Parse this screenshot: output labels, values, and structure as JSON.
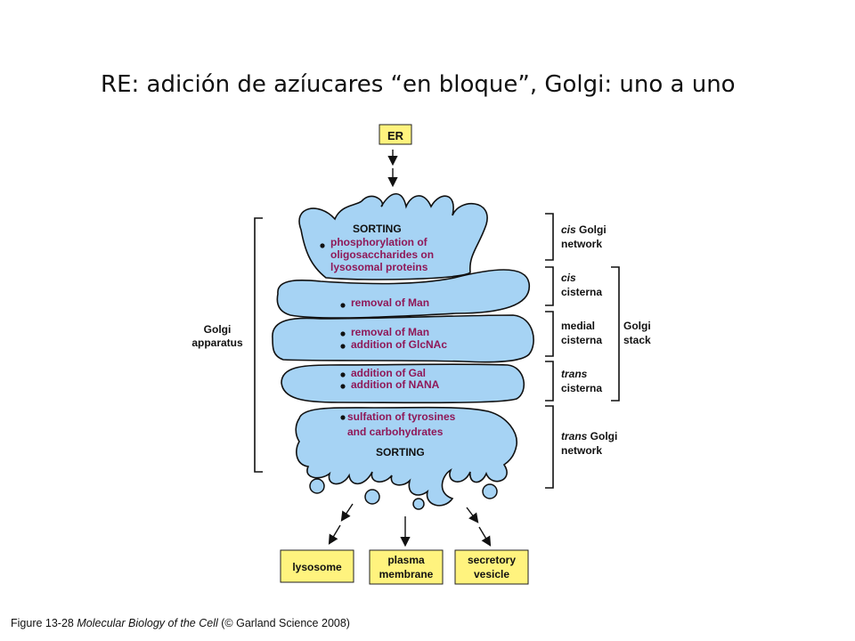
{
  "title": "RE: adición de azíucares “en bloque”, Golgi: uno a uno",
  "colors": {
    "compartment": "#a6d3f4",
    "outline": "#111111",
    "label_box": "#fff37e",
    "process_text": "#8f1858",
    "bullet": "#111111"
  },
  "er_label": "ER",
  "compartments": [
    {
      "heading": "SORTING",
      "items": [
        "phosphorylation of",
        "oligosaccharides on",
        "lysosomal proteins"
      ]
    },
    {
      "items": [
        "removal of Man"
      ]
    },
    {
      "items": [
        "removal of Man",
        "addition of GlcNAc"
      ]
    },
    {
      "items": [
        "addition of Gal",
        "addition of NANA"
      ]
    },
    {
      "items": [
        "sulfation of tyrosines",
        "and carbohydrates"
      ],
      "heading": "SORTING"
    }
  ],
  "left_label": [
    "Golgi",
    "apparatus"
  ],
  "right_labels": {
    "cis_network": {
      "em": "cis",
      "rest": " Golgi",
      "line2": "network"
    },
    "cis_cisterna": {
      "em": "cis",
      "line2": "cisterna"
    },
    "medial_cisterna": {
      "line1": "medial",
      "line2": "cisterna"
    },
    "trans_cisterna": {
      "em": "trans",
      "line2": "cisterna"
    },
    "trans_network": {
      "em": "trans",
      "rest": " Golgi",
      "line2": "network"
    },
    "stack": [
      "Golgi",
      "stack"
    ]
  },
  "destinations": [
    {
      "lines": [
        "lysosome"
      ]
    },
    {
      "lines": [
        "plasma",
        "membrane"
      ]
    },
    {
      "lines": [
        "secretory",
        "vesicle"
      ]
    }
  ],
  "caption": {
    "figure": "Figure 13-28 ",
    "book": "Molecular Biology of the Cell",
    "rest": " (© Garland Science 2008)"
  }
}
